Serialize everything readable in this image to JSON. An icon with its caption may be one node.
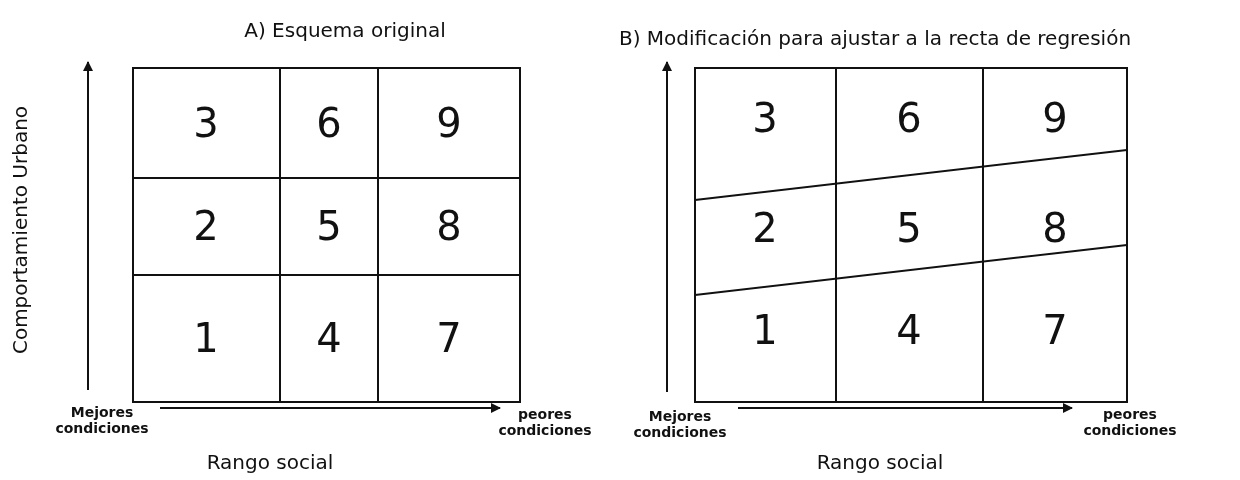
{
  "diagram": {
    "labels": [
      "A) Esquema original",
      "B) Modificación para ajustar a la recta de regresión",
      "Comportamiento Urbano",
      "3",
      "6",
      "9",
      "2",
      "5",
      "8",
      "1",
      "4",
      "7",
      "3",
      "6",
      "9",
      "2",
      "5",
      "8",
      "1",
      "4",
      "7",
      "Mejores condiciones",
      "peores condiciones",
      "Mejores condiciones",
      "peores condiciones",
      "Rango social",
      "Rango social"
    ]
  }
}
